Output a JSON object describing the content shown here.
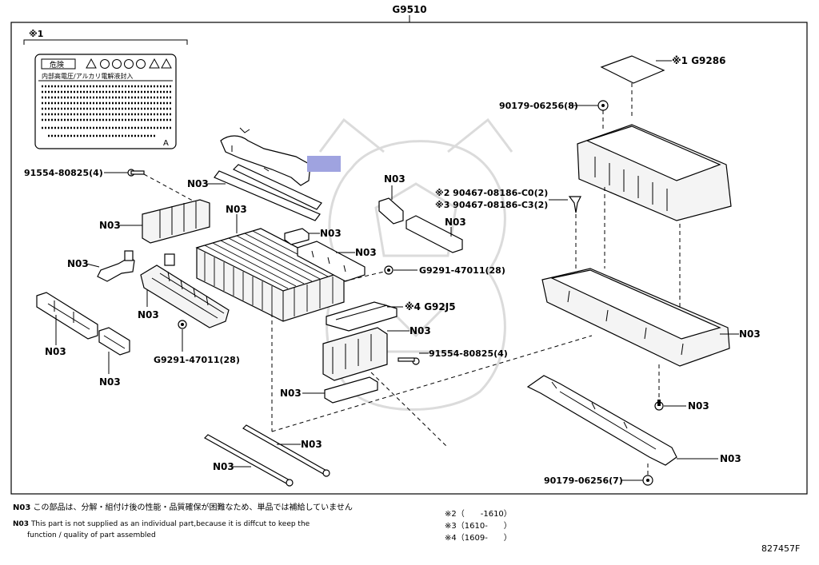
{
  "title": "G9510",
  "labels": {
    "kome1": "※1",
    "g9286": "※1 G9286",
    "bolt_top": "90179-06256(8)",
    "clip": "※2 90467-08186-C0(2)",
    "clip3": "※3 90467-08186-C3(2)",
    "screw_left": "91554-80825(4)",
    "screw_mid": "91554-80825(4)",
    "nut_mid": "G9291-47011(28)",
    "nut_bottom": "G9291-47011(28)",
    "g92j5": "※4 G92J5",
    "bolt_bottom": "90179-06256(7)",
    "n03": "N03"
  },
  "warning_label": {
    "title": "危険",
    "subtitle": "内部高電圧/アルカリ電解液封入",
    "symbol": "A"
  },
  "notes": {
    "jp_code": "N03",
    "jp": "この部品は、分解・組付け後の性能・品質確保が困難なため、単品では補給していません",
    "en_code": "N03",
    "en_line1": "This part is not supplied as an  individual part,because it is diffcut to keep the",
    "en_line2": "function / quality of part assembled",
    "r2": "※2（　　-1610）",
    "r3": "※3（1610-　　）",
    "r4": "※4（1609-　　）"
  },
  "doc_number": "827457F",
  "colors": {
    "highlight": "#9fa3e0",
    "line": "#000000"
  }
}
